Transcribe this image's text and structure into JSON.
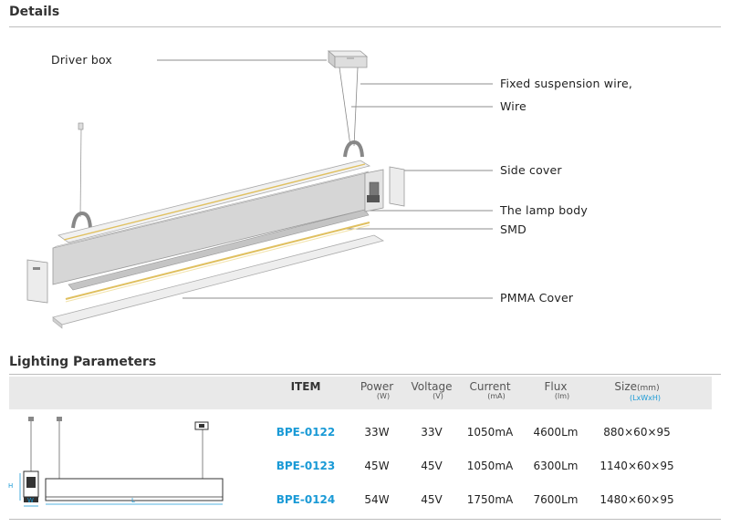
{
  "details": {
    "title": "Details",
    "labels": {
      "driver_box": "Driver box",
      "fixed_suspension_wire": "Fixed suspension wire,",
      "wire": "Wire",
      "side_cover": "Side cover",
      "lamp_body": "The lamp body",
      "smd": "SMD",
      "pmma_cover": "PMMA Cover"
    }
  },
  "params": {
    "title": "Lighting Parameters",
    "headers": [
      {
        "label": "ITEM",
        "unit": ""
      },
      {
        "label": "Power",
        "unit": "(W)"
      },
      {
        "label": "Voltage",
        "unit": "(V)"
      },
      {
        "label": "Current",
        "unit": "(mA)"
      },
      {
        "label": "Flux",
        "unit": "(lm)"
      },
      {
        "label": "Size",
        "unit_small": "(mm)",
        "unit": "(LxWxH)"
      }
    ],
    "rows": [
      {
        "item": "BPE-0122",
        "power": "33W",
        "voltage": "33V",
        "current": "1050mA",
        "flux": "4600Lm",
        "size": "880×60×95"
      },
      {
        "item": "BPE-0123",
        "power": "45W",
        "voltage": "45V",
        "current": "1050mA",
        "flux": "6300Lm",
        "size": "1140×60×95"
      },
      {
        "item": "BPE-0124",
        "power": "54W",
        "voltage": "45V",
        "current": "1750mA",
        "flux": "7600Lm",
        "size": "1480×60×95"
      }
    ],
    "dim_labels": {
      "h": "H",
      "w": "W",
      "l": "L"
    }
  },
  "colors": {
    "accent_blue": "#1a9ad6",
    "led_yellow": "#e0c060",
    "header_bg": "#e9e9e9"
  }
}
